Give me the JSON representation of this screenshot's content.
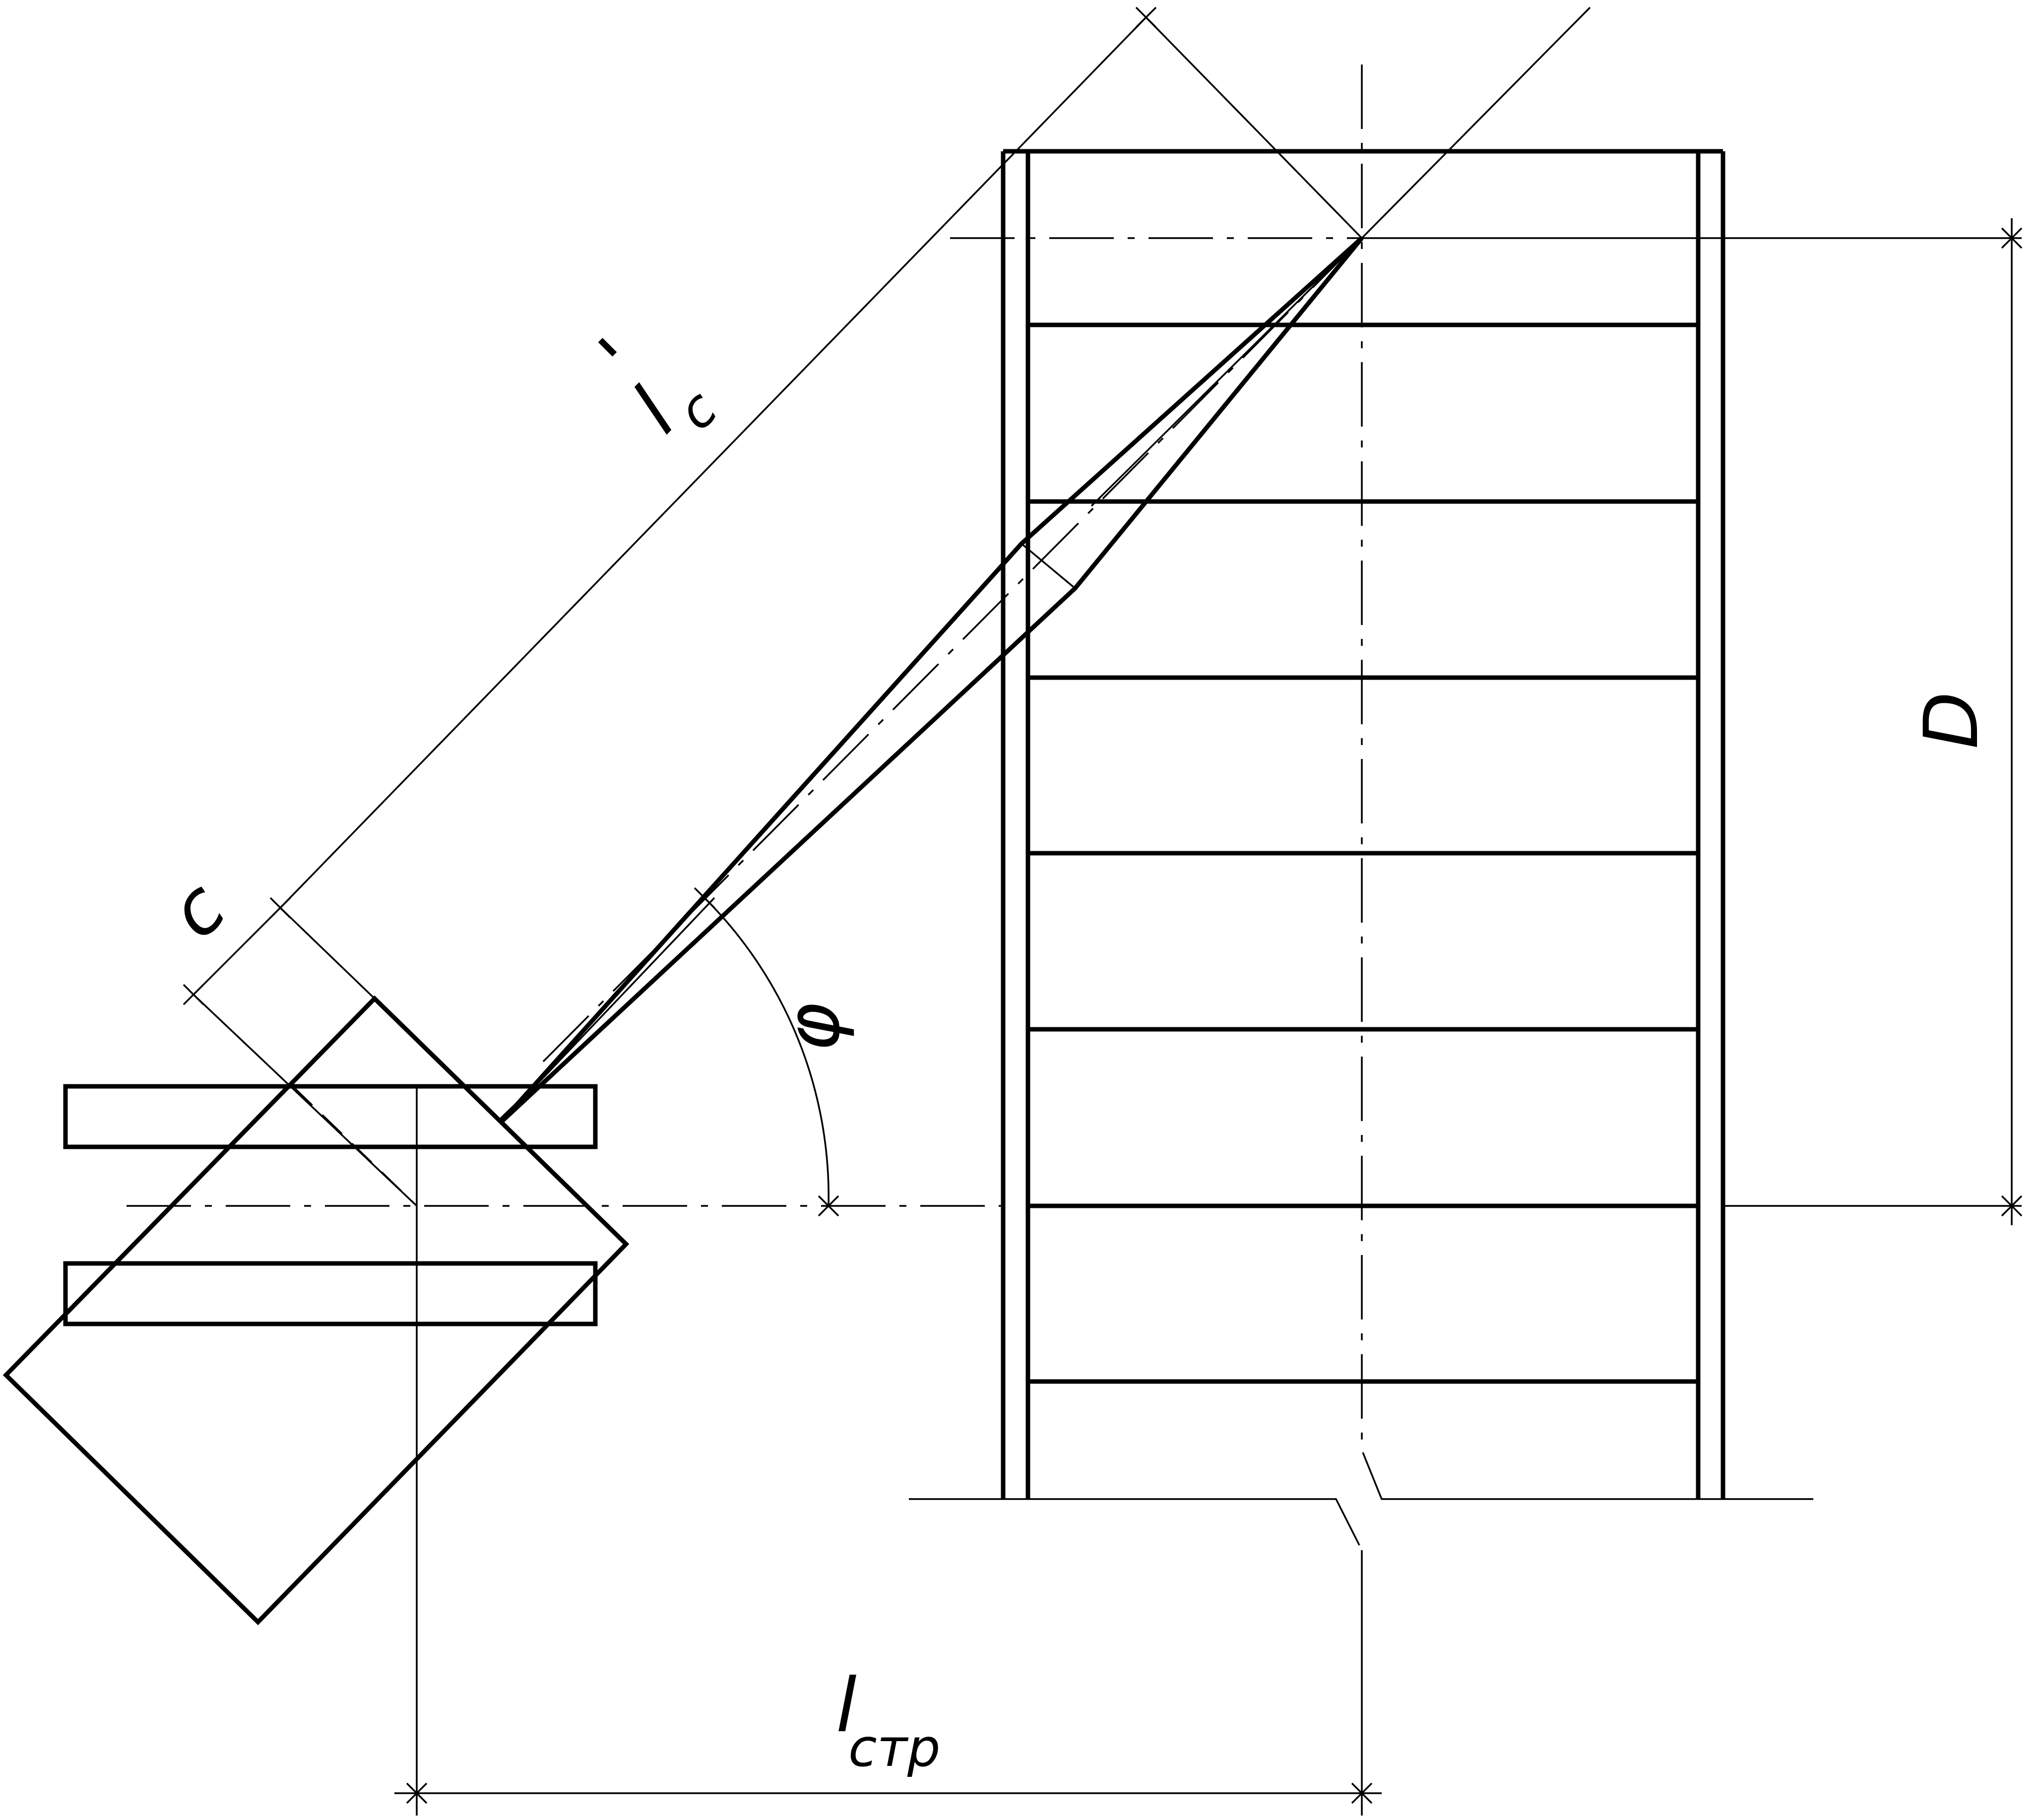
{
  "labels": {
    "boom_length": "l",
    "boom_length_sub": "c",
    "boom_length_mark": "'",
    "offset": "c",
    "angle": "φ",
    "height": "D",
    "reach": "l",
    "reach_sub": "стр"
  }
}
